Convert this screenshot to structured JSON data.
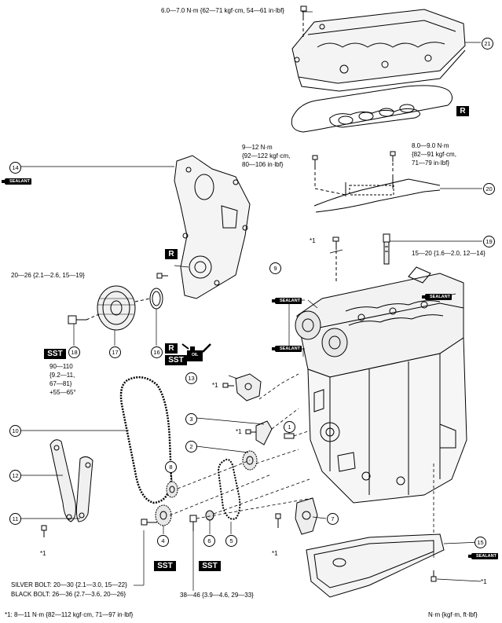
{
  "torques": {
    "cover_bolt": "6.0—7.0 N·m {62—71 kgf·cm, 54—61 in·lbf}",
    "left_bolt_1": "9—12 N·m",
    "left_bolt_2": "{92—122 kgf·cm,",
    "left_bolt_3": "80—106 in·lbf}",
    "right_bolt_1": "8.0—9.0 N·m",
    "right_bolt_2": "{82—91 kgf·cm,",
    "right_bolt_3": "71—79 in·lbf}",
    "plug": "15—20 {1.6—2.0, 12—14}",
    "cover_side_bolt": "20—26 {2.1—2.6, 15—19}",
    "pulley_1": "90—110",
    "pulley_2": "{9.2—11,",
    "pulley_3": "67—81}",
    "pulley_4": "+55—65°",
    "silver": "SILVER BOLT: 20—30 {2.1—3.0, 15—22}",
    "black": "BLACK BOLT: 26—36 {2.7—3.6, 20—26}",
    "idler": "38—46 {3.9—4.6, 29—33}",
    "footnote": "*1: 8—11 N·m {82—112 kgf·cm, 71—97 in·lbf}",
    "units": "N·m {kgf·m, ft·lbf}"
  },
  "marks": {
    "star1": "*1",
    "sst": "SST",
    "r": "R",
    "sealant": "SEALANT",
    "oil": "OIL"
  },
  "callouts": [
    "1",
    "2",
    "3",
    "4",
    "5",
    "6",
    "7",
    "8",
    "9",
    "10",
    "11",
    "12",
    "13",
    "14",
    "15",
    "16",
    "17",
    "18",
    "19",
    "20",
    "21"
  ]
}
